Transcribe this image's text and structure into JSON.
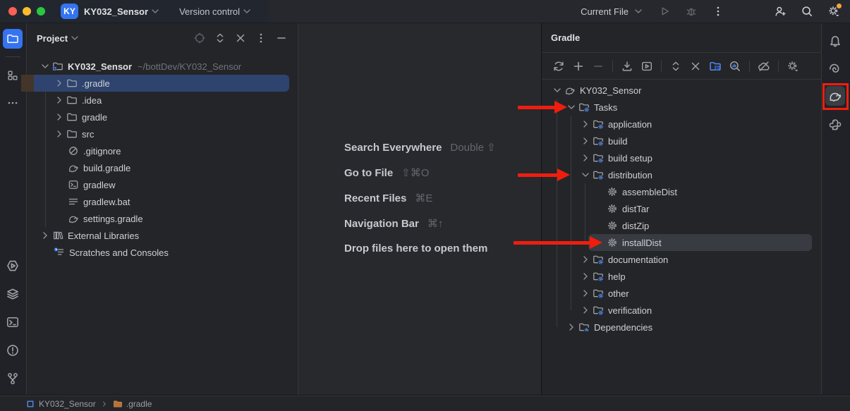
{
  "titlebar": {
    "badge": "KY",
    "project": "KY032_Sensor",
    "version_control": "Version control",
    "run_config": "Current File"
  },
  "project_panel": {
    "title": "Project"
  },
  "project_tree": {
    "root_label": "KY032_Sensor",
    "root_path": "~/bottDev/KY032_Sensor",
    "items": [
      {
        "label": ".gradle",
        "icon": "folder-excluded-icon",
        "selected": true
      },
      {
        "label": ".idea",
        "icon": "folder-icon"
      },
      {
        "label": "gradle",
        "icon": "folder-icon"
      },
      {
        "label": "src",
        "icon": "folder-icon"
      },
      {
        "label": ".gitignore",
        "icon": "ignored-file-icon"
      },
      {
        "label": "build.gradle",
        "icon": "gradle-file-icon"
      },
      {
        "label": "gradlew",
        "icon": "shell-script-icon"
      },
      {
        "label": "gradlew.bat",
        "icon": "text-file-icon"
      },
      {
        "label": "settings.gradle",
        "icon": "gradle-file-icon"
      },
      {
        "label": "External Libraries",
        "icon": "libraries-icon"
      },
      {
        "label": "Scratches and Consoles",
        "icon": "scratches-icon"
      }
    ]
  },
  "editor_shortcuts": [
    {
      "label": "Search Everywhere",
      "keys": "Double ⇧"
    },
    {
      "label": "Go to File",
      "keys": "⇧⌘O"
    },
    {
      "label": "Recent Files",
      "keys": "⌘E"
    },
    {
      "label": "Navigation Bar",
      "keys": "⌘↑"
    },
    {
      "label": "Drop files here to open them",
      "keys": ""
    }
  ],
  "gradle_panel": {
    "title": "Gradle"
  },
  "gradle_tree": [
    {
      "label": "KY032_Sensor",
      "icon": "gradle-icon"
    },
    {
      "label": "Tasks",
      "icon": "tasks-folder-icon"
    },
    {
      "label": "application",
      "icon": "tasks-folder-icon"
    },
    {
      "label": "build",
      "icon": "tasks-folder-icon"
    },
    {
      "label": "build setup",
      "icon": "tasks-folder-icon"
    },
    {
      "label": "distribution",
      "icon": "tasks-folder-icon"
    },
    {
      "label": "assembleDist",
      "icon": "task-gear-icon"
    },
    {
      "label": "distTar",
      "icon": "task-gear-icon"
    },
    {
      "label": "distZip",
      "icon": "task-gear-icon"
    },
    {
      "label": "installDist",
      "icon": "task-gear-icon",
      "highlighted": true
    },
    {
      "label": "documentation",
      "icon": "tasks-folder-icon"
    },
    {
      "label": "help",
      "icon": "tasks-folder-icon"
    },
    {
      "label": "other",
      "icon": "tasks-folder-icon"
    },
    {
      "label": "verification",
      "icon": "tasks-folder-icon"
    },
    {
      "label": "Dependencies",
      "icon": "dependencies-folder-icon"
    }
  ],
  "statusbar": {
    "crumb_project": "KY032_Sensor",
    "crumb_folder": ".gradle"
  },
  "toolbars": {
    "project": [
      "locate-icon",
      "expand-all-icon",
      "collapse-all-icon",
      "more-icon",
      "hide-icon"
    ],
    "gradle": [
      "sync-icon",
      "add-icon",
      "remove-icon",
      "download-icon",
      "run-task-icon",
      "expand-all-icon",
      "collapse-all-icon",
      "group-tasks-icon",
      "profiler-icon",
      "offline-mode-icon",
      "settings-icon"
    ],
    "titlebar_right": [
      "run-icon",
      "debug-icon",
      "more-icon",
      "add-user-icon",
      "search-icon",
      "settings-icon"
    ],
    "left_strip": [
      "project-icon",
      "structure-icon",
      "more-icon",
      "run-icon",
      "services-icon",
      "terminal-icon",
      "problems-icon",
      "version-control-icon"
    ],
    "right_strip": [
      "notifications-icon",
      "ai-assistant-icon",
      "gradle-icon",
      "python-icon"
    ]
  },
  "annotations": {
    "arrow_color": "#f01d0e",
    "box_color": "#f01d0e"
  },
  "colors": {
    "accent": "#3574f0",
    "selection": "#2e436e",
    "badge_blue": "#548af7",
    "excluded_folder": "#c57f48",
    "notification_dot": "#f1a73d"
  }
}
